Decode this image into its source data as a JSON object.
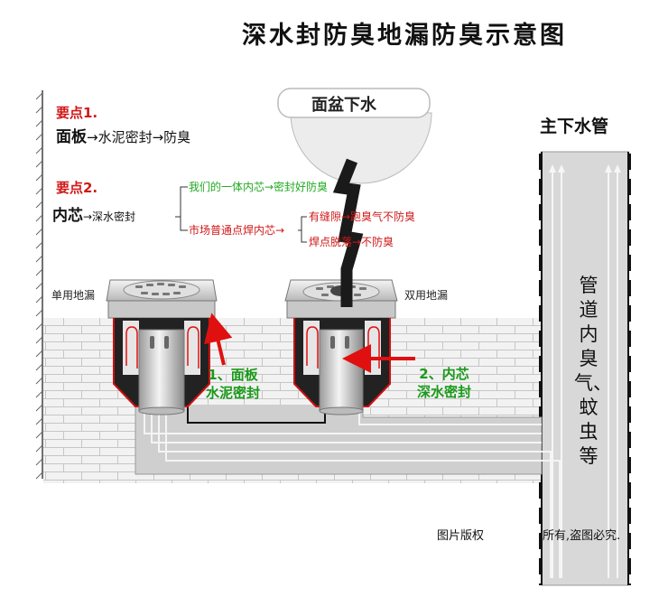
{
  "title": "深水封防臭地漏防臭示意图",
  "point1": {
    "heading": "要点1.",
    "main": "面板",
    "flow": "→水泥密封→防臭"
  },
  "point2": {
    "heading": "要点2.",
    "main": "内芯",
    "flow": "→深水密封",
    "branch_good": "我们的一体内芯→密封好防臭",
    "branch_bad": "市场普通点焊内芯→",
    "sub1": "有缝隙→跑臭气不防臭",
    "sub2": "焊点脱落→不防臭"
  },
  "basin_label": "面盆下水",
  "single_drain_label": "单用地漏",
  "double_drain_label": "双用地漏",
  "callout1": [
    "1、面板",
    "水泥密封"
  ],
  "callout2": [
    "2、内芯",
    "深水密封"
  ],
  "main_pipe_title": "主下水管",
  "pipe_vertical_text": "管道内臭气、蚊虫等",
  "copyright_left": "图片版权",
  "copyright_right": "所有,盗图必究."
}
